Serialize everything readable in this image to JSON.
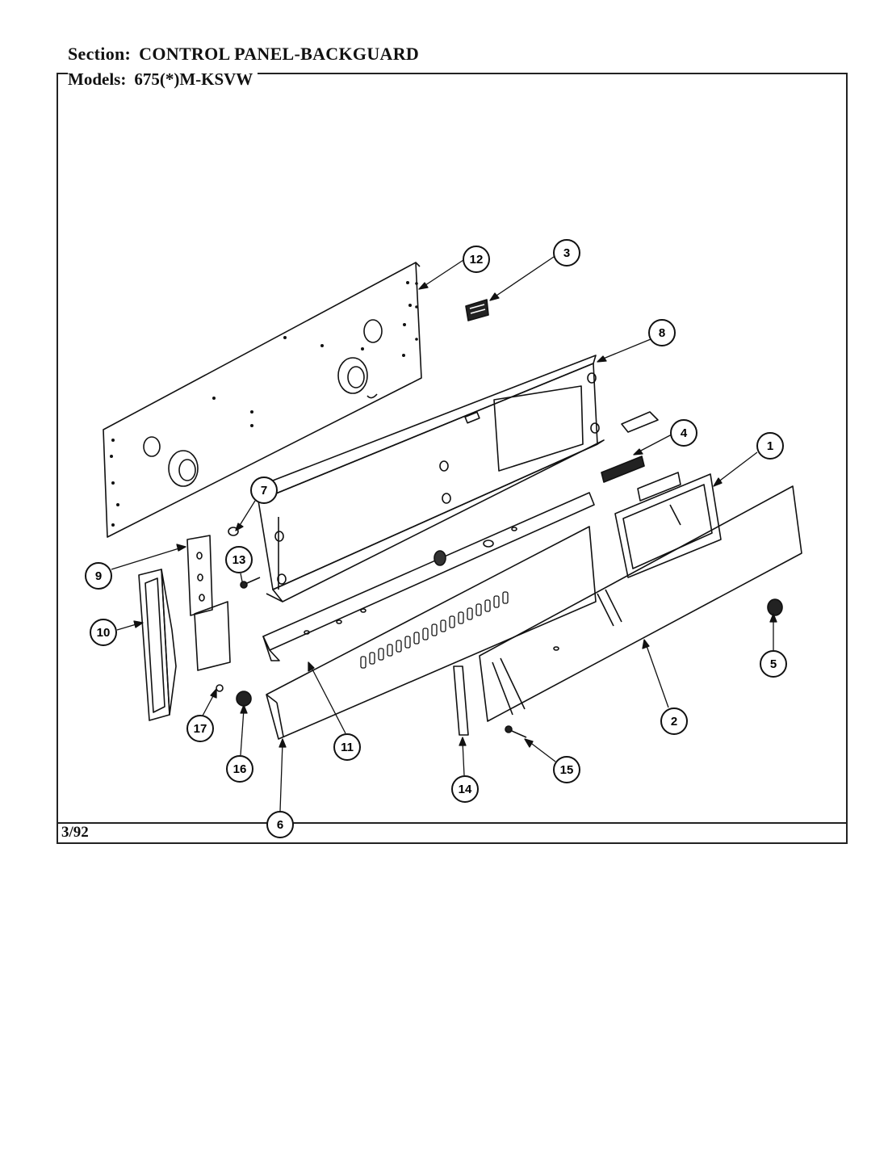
{
  "header": {
    "section_label": "Section:",
    "section_title": "CONTROL PANEL-BACKGUARD",
    "models_label": "Models:",
    "models_value": "675(*)M-KSVW"
  },
  "footer": {
    "date": "3/92"
  },
  "callouts": [
    "1",
    "2",
    "3",
    "4",
    "5",
    "6",
    "7",
    "8",
    "9",
    "10",
    "11",
    "12",
    "13",
    "14",
    "15",
    "16",
    "17"
  ]
}
